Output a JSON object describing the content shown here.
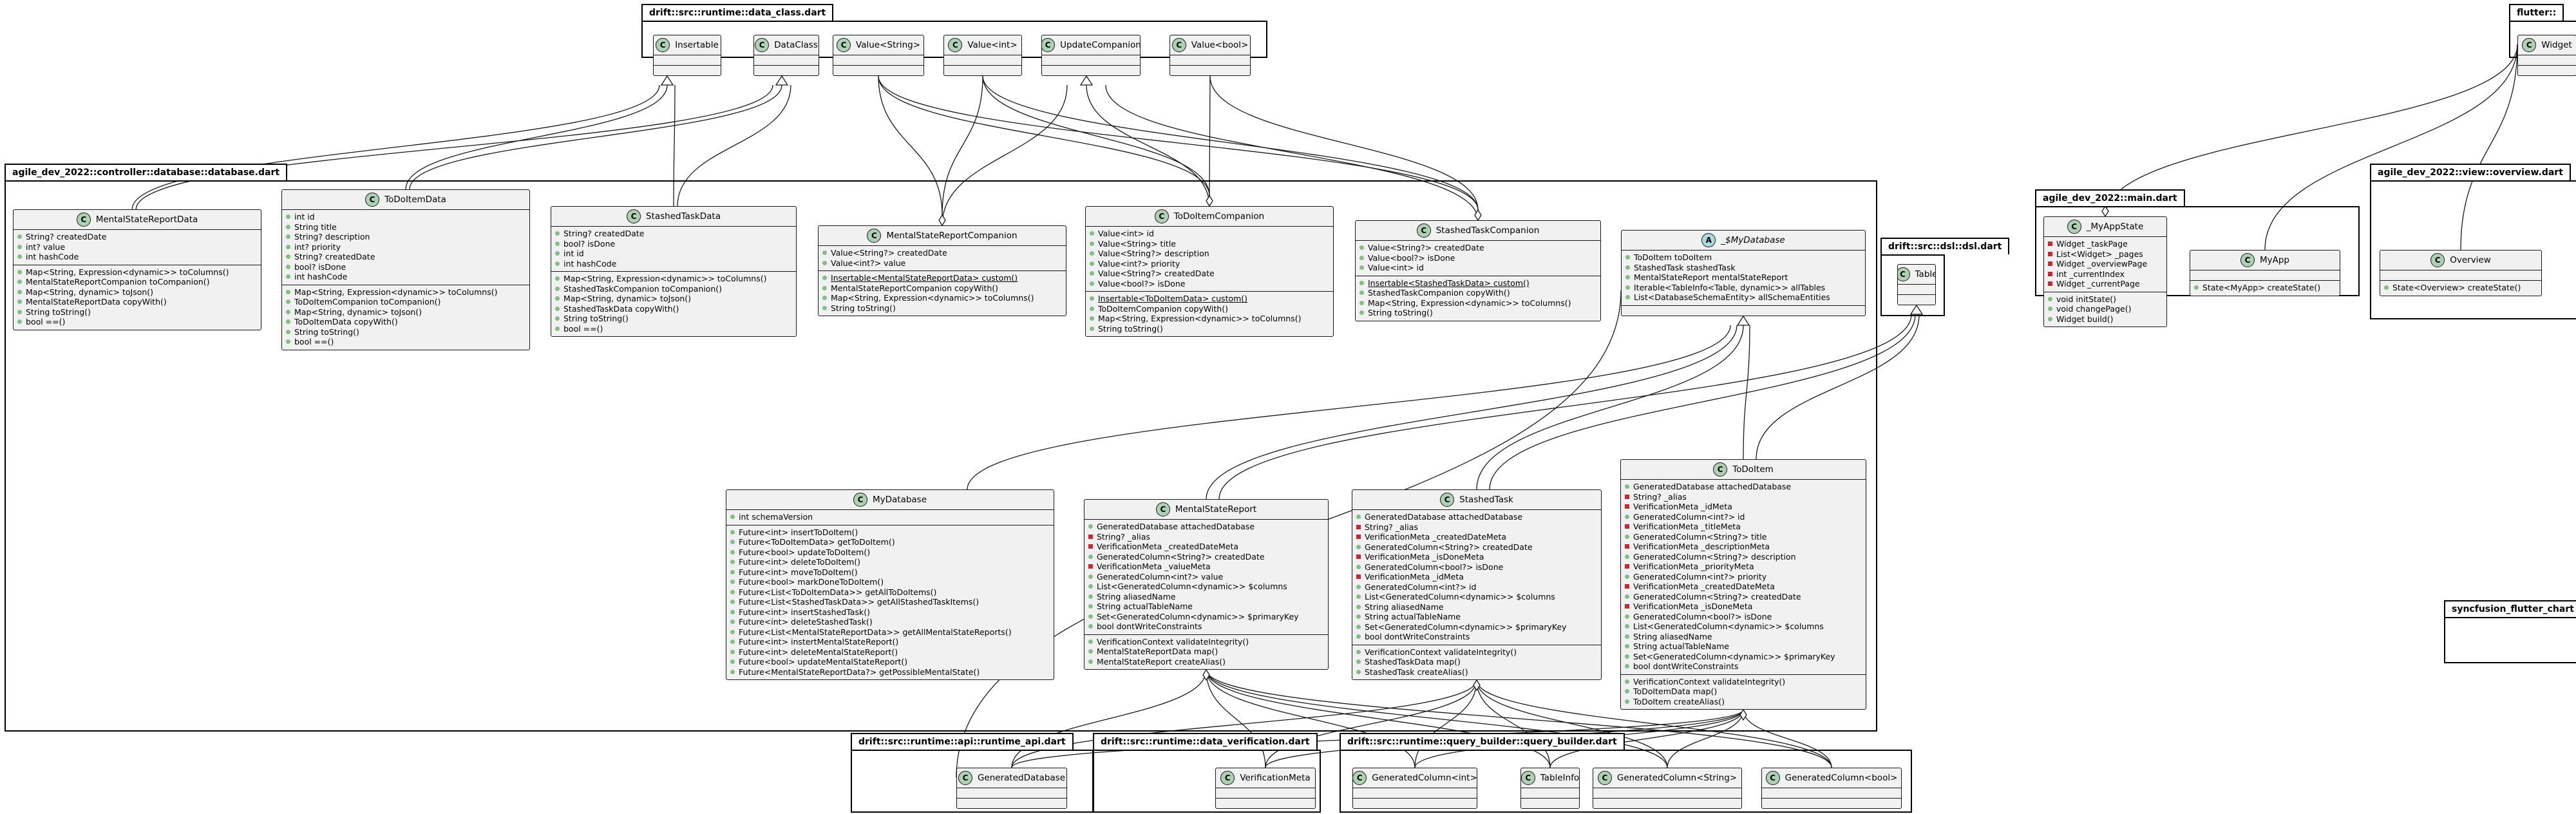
{
  "packages": {
    "data_class": "drift::src::runtime::data_class.dart",
    "database": "agile_dev_2022::controller::database::database.dart",
    "dsl": "drift::src::dsl::dsl.dart",
    "main": "agile_dev_2022::main.dart",
    "overview": "agile_dev_2022::view::overview.dart",
    "flutter": "flutter::",
    "syncfusion": "syncfusion_flutter_chart",
    "runtime_api": "drift::src::runtime::api::runtime_api.dart",
    "data_verification": "drift::src::runtime::data_verification.dart",
    "query_builder": "drift::src::runtime::query_builder::query_builder.dart"
  },
  "classes": {
    "insertable": {
      "stereo": "C",
      "name": "Insertable"
    },
    "dataclass": {
      "stereo": "C",
      "name": "DataClass"
    },
    "value_string": {
      "stereo": "C",
      "name": "Value<String>"
    },
    "value_int": {
      "stereo": "C",
      "name": "Value<int>"
    },
    "update_companion": {
      "stereo": "C",
      "name": "UpdateCompanion"
    },
    "value_bool": {
      "stereo": "C",
      "name": "Value<bool>"
    },
    "widget": {
      "stereo": "C",
      "name": "Widget"
    },
    "table": {
      "stereo": "C",
      "name": "Table"
    },
    "mental_state_report_data": {
      "stereo": "C",
      "name": "MentalStateReportData",
      "fields": [
        {
          "vis": "pub",
          "text": "String? createdDate"
        },
        {
          "vis": "pub",
          "text": "int? value"
        },
        {
          "vis": "pub",
          "text": "int hashCode"
        }
      ],
      "methods": [
        {
          "vis": "pub",
          "text": "Map<String, Expression<dynamic>> toColumns()"
        },
        {
          "vis": "pub",
          "text": "MentalStateReportCompanion toCompanion()"
        },
        {
          "vis": "pub",
          "text": "Map<String, dynamic> toJson()"
        },
        {
          "vis": "pub",
          "text": "MentalStateReportData copyWith()"
        },
        {
          "vis": "pub",
          "text": "String toString()"
        },
        {
          "vis": "pub",
          "text": "bool ==()"
        }
      ]
    },
    "todo_item_data": {
      "stereo": "C",
      "name": "ToDoItemData",
      "fields": [
        {
          "vis": "pub",
          "text": "int id"
        },
        {
          "vis": "pub",
          "text": "String title"
        },
        {
          "vis": "pub",
          "text": "String? description"
        },
        {
          "vis": "pub",
          "text": "int? priority"
        },
        {
          "vis": "pub",
          "text": "String? createdDate"
        },
        {
          "vis": "pub",
          "text": "bool? isDone"
        },
        {
          "vis": "pub",
          "text": "int hashCode"
        }
      ],
      "methods": [
        {
          "vis": "pub",
          "text": "Map<String, Expression<dynamic>> toColumns()"
        },
        {
          "vis": "pub",
          "text": "ToDoItemCompanion toCompanion()"
        },
        {
          "vis": "pub",
          "text": "Map<String, dynamic> toJson()"
        },
        {
          "vis": "pub",
          "text": "ToDoItemData copyWith()"
        },
        {
          "vis": "pub",
          "text": "String toString()"
        },
        {
          "vis": "pub",
          "text": "bool ==()"
        }
      ]
    },
    "stashed_task_data": {
      "stereo": "C",
      "name": "StashedTaskData",
      "fields": [
        {
          "vis": "pub",
          "text": "String? createdDate"
        },
        {
          "vis": "pub",
          "text": "bool? isDone"
        },
        {
          "vis": "pub",
          "text": "int id"
        },
        {
          "vis": "pub",
          "text": "int hashCode"
        }
      ],
      "methods": [
        {
          "vis": "pub",
          "text": "Map<String, Expression<dynamic>> toColumns()"
        },
        {
          "vis": "pub",
          "text": "StashedTaskCompanion toCompanion()"
        },
        {
          "vis": "pub",
          "text": "Map<String, dynamic> toJson()"
        },
        {
          "vis": "pub",
          "text": "StashedTaskData copyWith()"
        },
        {
          "vis": "pub",
          "text": "String toString()"
        },
        {
          "vis": "pub",
          "text": "bool ==()"
        }
      ]
    },
    "mental_state_report_companion": {
      "stereo": "C",
      "name": "MentalStateReportCompanion",
      "fields": [
        {
          "vis": "pub",
          "text": "Value<String?> createdDate"
        },
        {
          "vis": "pub",
          "text": "Value<int?> value"
        }
      ],
      "methods": [
        {
          "vis": "pub",
          "text": "Insertable<MentalStateReportData> custom()",
          "underline": true
        },
        {
          "vis": "pub",
          "text": "MentalStateReportCompanion copyWith()"
        },
        {
          "vis": "pub",
          "text": "Map<String, Expression<dynamic>> toColumns()"
        },
        {
          "vis": "pub",
          "text": "String toString()"
        }
      ]
    },
    "todo_item_companion": {
      "stereo": "C",
      "name": "ToDoItemCompanion",
      "fields": [
        {
          "vis": "pub",
          "text": "Value<int> id"
        },
        {
          "vis": "pub",
          "text": "Value<String> title"
        },
        {
          "vis": "pub",
          "text": "Value<String?> description"
        },
        {
          "vis": "pub",
          "text": "Value<int?> priority"
        },
        {
          "vis": "pub",
          "text": "Value<String?> createdDate"
        },
        {
          "vis": "pub",
          "text": "Value<bool?> isDone"
        }
      ],
      "methods": [
        {
          "vis": "pub",
          "text": "Insertable<ToDoItemData> custom()",
          "underline": true
        },
        {
          "vis": "pub",
          "text": "ToDoItemCompanion copyWith()"
        },
        {
          "vis": "pub",
          "text": "Map<String, Expression<dynamic>> toColumns()"
        },
        {
          "vis": "pub",
          "text": "String toString()"
        }
      ]
    },
    "stashed_task_companion": {
      "stereo": "C",
      "name": "StashedTaskCompanion",
      "fields": [
        {
          "vis": "pub",
          "text": "Value<String?> createdDate"
        },
        {
          "vis": "pub",
          "text": "Value<bool?> isDone"
        },
        {
          "vis": "pub",
          "text": "Value<int> id"
        }
      ],
      "methods": [
        {
          "vis": "pub",
          "text": "Insertable<StashedTaskData> custom()",
          "underline": true
        },
        {
          "vis": "pub",
          "text": "StashedTaskCompanion copyWith()"
        },
        {
          "vis": "pub",
          "text": "Map<String, Expression<dynamic>> toColumns()"
        },
        {
          "vis": "pub",
          "text": "String toString()"
        }
      ]
    },
    "my_database_abstract": {
      "stereo": "A",
      "name": "_$MyDatabase",
      "italic": true,
      "fields": [
        {
          "vis": "pub",
          "text": "ToDoItem toDoItem"
        },
        {
          "vis": "pub",
          "text": "StashedTask stashedTask"
        },
        {
          "vis": "pub",
          "text": "MentalStateReport mentalStateReport"
        },
        {
          "vis": "pub",
          "text": "Iterable<TableInfo<Table, dynamic>> allTables"
        },
        {
          "vis": "pub",
          "text": "List<DatabaseSchemaEntity> allSchemaEntities"
        }
      ]
    },
    "my_app_state": {
      "stereo": "C",
      "name": "_MyAppState",
      "fields": [
        {
          "vis": "priv",
          "text": "Widget _taskPage"
        },
        {
          "vis": "priv",
          "text": "List<Widget> _pages"
        },
        {
          "vis": "priv",
          "text": "Widget _overviewPage"
        },
        {
          "vis": "priv",
          "text": "int _currentIndex"
        },
        {
          "vis": "priv",
          "text": "Widget _currentPage"
        }
      ],
      "methods": [
        {
          "vis": "pub",
          "text": "void initState()"
        },
        {
          "vis": "pub",
          "text": "void changePage()"
        },
        {
          "vis": "pub",
          "text": "Widget build()"
        }
      ]
    },
    "my_app": {
      "stereo": "C",
      "name": "MyApp",
      "fields": [],
      "methods": [
        {
          "vis": "pub",
          "text": "State<MyApp> createState()"
        }
      ]
    },
    "overview": {
      "stereo": "C",
      "name": "Overview",
      "fields": [],
      "methods": [
        {
          "vis": "pub",
          "text": "State<Overview> createState()"
        }
      ]
    },
    "my_database": {
      "stereo": "C",
      "name": "MyDatabase",
      "fields": [
        {
          "vis": "pub",
          "text": "int schemaVersion"
        }
      ],
      "methods": [
        {
          "vis": "pub",
          "text": "Future<int> insertToDoItem()"
        },
        {
          "vis": "pub",
          "text": "Future<ToDoItemData> getToDoItem()"
        },
        {
          "vis": "pub",
          "text": "Future<bool> updateToDoItem()"
        },
        {
          "vis": "pub",
          "text": "Future<int> deleteToDoItem()"
        },
        {
          "vis": "pub",
          "text": "Future<int> moveToDoItem()"
        },
        {
          "vis": "pub",
          "text": "Future<bool> markDoneToDoItem()"
        },
        {
          "vis": "pub",
          "text": "Future<List<ToDoItemData>> getAllToDoItems()"
        },
        {
          "vis": "pub",
          "text": "Future<List<StashedTaskData>> getAllStashedTaskItems()"
        },
        {
          "vis": "pub",
          "text": "Future<int> insertStashedTask()"
        },
        {
          "vis": "pub",
          "text": "Future<int> deleteStashedTask()"
        },
        {
          "vis": "pub",
          "text": "Future<List<MentalStateReportData>> getAllMentalStateReports()"
        },
        {
          "vis": "pub",
          "text": "Future<int> instertMentalStateReport()"
        },
        {
          "vis": "pub",
          "text": "Future<int> deleteMentalStateReport()"
        },
        {
          "vis": "pub",
          "text": "Future<bool> updateMentalStateReport()"
        },
        {
          "vis": "pub",
          "text": "Future<MentalStateReportData?> getPossibleMentalState()"
        }
      ]
    },
    "mental_state_report": {
      "stereo": "C",
      "name": "MentalStateReport",
      "fields": [
        {
          "vis": "pub",
          "text": "GeneratedDatabase attachedDatabase"
        },
        {
          "vis": "priv",
          "text": "String? _alias"
        },
        {
          "vis": "priv",
          "text": "VerificationMeta _createdDateMeta"
        },
        {
          "vis": "pub",
          "text": "GeneratedColumn<String?> createdDate"
        },
        {
          "vis": "priv",
          "text": "VerificationMeta _valueMeta"
        },
        {
          "vis": "pub",
          "text": "GeneratedColumn<int?> value"
        },
        {
          "vis": "pub",
          "text": "List<GeneratedColumn<dynamic>> $columns"
        },
        {
          "vis": "pub",
          "text": "String aliasedName"
        },
        {
          "vis": "pub",
          "text": "String actualTableName"
        },
        {
          "vis": "pub",
          "text": "Set<GeneratedColumn<dynamic>> $primaryKey"
        },
        {
          "vis": "pub",
          "text": "bool dontWriteConstraints"
        }
      ],
      "methods": [
        {
          "vis": "pub",
          "text": "VerificationContext validateIntegrity()"
        },
        {
          "vis": "pub",
          "text": "MentalStateReportData map()"
        },
        {
          "vis": "pub",
          "text": "MentalStateReport createAlias()"
        }
      ]
    },
    "stashed_task": {
      "stereo": "C",
      "name": "StashedTask",
      "fields": [
        {
          "vis": "pub",
          "text": "GeneratedDatabase attachedDatabase"
        },
        {
          "vis": "priv",
          "text": "String? _alias"
        },
        {
          "vis": "priv",
          "text": "VerificationMeta _createdDateMeta"
        },
        {
          "vis": "pub",
          "text": "GeneratedColumn<String?> createdDate"
        },
        {
          "vis": "priv",
          "text": "VerificationMeta _isDoneMeta"
        },
        {
          "vis": "pub",
          "text": "GeneratedColumn<bool?> isDone"
        },
        {
          "vis": "priv",
          "text": "VerificationMeta _idMeta"
        },
        {
          "vis": "pub",
          "text": "GeneratedColumn<int?> id"
        },
        {
          "vis": "pub",
          "text": "List<GeneratedColumn<dynamic>> $columns"
        },
        {
          "vis": "pub",
          "text": "String aliasedName"
        },
        {
          "vis": "pub",
          "text": "String actualTableName"
        },
        {
          "vis": "pub",
          "text": "Set<GeneratedColumn<dynamic>> $primaryKey"
        },
        {
          "vis": "pub",
          "text": "bool dontWriteConstraints"
        }
      ],
      "methods": [
        {
          "vis": "pub",
          "text": "VerificationContext validateIntegrity()"
        },
        {
          "vis": "pub",
          "text": "StashedTaskData map()"
        },
        {
          "vis": "pub",
          "text": "StashedTask createAlias()"
        }
      ]
    },
    "todo_item": {
      "stereo": "C",
      "name": "ToDoItem",
      "fields": [
        {
          "vis": "pub",
          "text": "GeneratedDatabase attachedDatabase"
        },
        {
          "vis": "priv",
          "text": "String? _alias"
        },
        {
          "vis": "priv",
          "text": "VerificationMeta _idMeta"
        },
        {
          "vis": "pub",
          "text": "GeneratedColumn<int?> id"
        },
        {
          "vis": "priv",
          "text": "VerificationMeta _titleMeta"
        },
        {
          "vis": "pub",
          "text": "GeneratedColumn<String?> title"
        },
        {
          "vis": "priv",
          "text": "VerificationMeta _descriptionMeta"
        },
        {
          "vis": "pub",
          "text": "GeneratedColumn<String?> description"
        },
        {
          "vis": "priv",
          "text": "VerificationMeta _priorityMeta"
        },
        {
          "vis": "pub",
          "text": "GeneratedColumn<int?> priority"
        },
        {
          "vis": "priv",
          "text": "VerificationMeta _createdDateMeta"
        },
        {
          "vis": "pub",
          "text": "GeneratedColumn<String?> createdDate"
        },
        {
          "vis": "priv",
          "text": "VerificationMeta _isDoneMeta"
        },
        {
          "vis": "pub",
          "text": "GeneratedColumn<bool?> isDone"
        },
        {
          "vis": "pub",
          "text": "List<GeneratedColumn<dynamic>> $columns"
        },
        {
          "vis": "pub",
          "text": "String aliasedName"
        },
        {
          "vis": "pub",
          "text": "String actualTableName"
        },
        {
          "vis": "pub",
          "text": "Set<GeneratedColumn<dynamic>> $primaryKey"
        },
        {
          "vis": "pub",
          "text": "bool dontWriteConstraints"
        }
      ],
      "methods": [
        {
          "vis": "pub",
          "text": "VerificationContext validateIntegrity()"
        },
        {
          "vis": "pub",
          "text": "ToDoItemData map()"
        },
        {
          "vis": "pub",
          "text": "ToDoItem createAlias()"
        }
      ]
    },
    "generated_database": {
      "stereo": "C",
      "name": "GeneratedDatabase"
    },
    "verification_meta": {
      "stereo": "C",
      "name": "VerificationMeta"
    },
    "generated_column_int": {
      "stereo": "C",
      "name": "GeneratedColumn<int>"
    },
    "table_info": {
      "stereo": "C",
      "name": "TableInfo"
    },
    "generated_column_string": {
      "stereo": "C",
      "name": "GeneratedColumn<String>"
    },
    "generated_column_bool": {
      "stereo": "C",
      "name": "GeneratedColumn<bool>"
    }
  },
  "colors": {
    "class_fill": "#f1f1f1",
    "class_stereo_circle": "#add1b2",
    "abstract_stereo_circle": "#a9dcdf",
    "public_marker": "#84be84",
    "private_marker": "#c82930",
    "edge": "#181818"
  }
}
